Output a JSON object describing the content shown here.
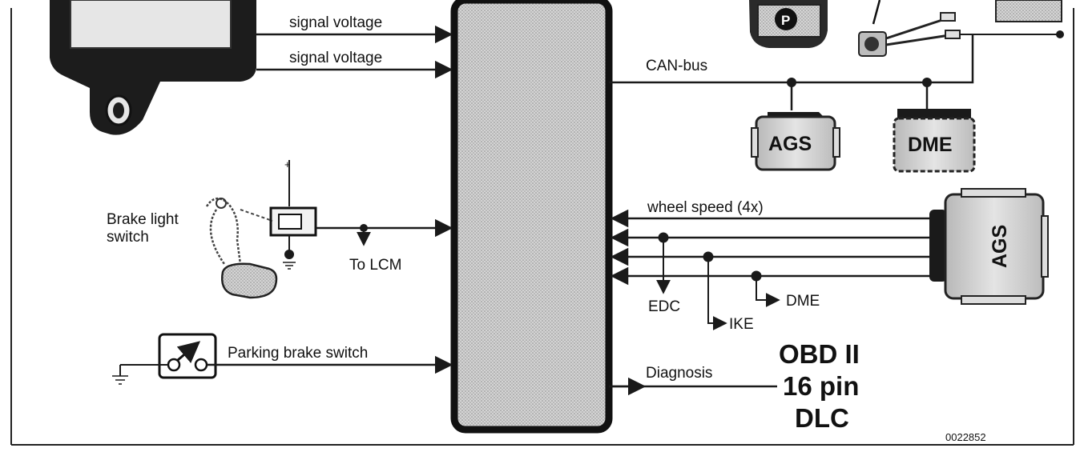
{
  "inputs": {
    "signal_voltage_1": "signal voltage",
    "signal_voltage_2": "signal voltage",
    "brake_light_switch_line1": "Brake light",
    "brake_light_switch_line2": "switch",
    "to_lcm": "To LCM",
    "parking_brake_switch": "Parking brake switch",
    "plus_sign": "+"
  },
  "outputs": {
    "can_bus": "CAN-bus",
    "wheel_speed": "wheel speed (4x)",
    "edc": "EDC",
    "ike": "IKE",
    "dme": "DME",
    "diagnosis": "Diagnosis"
  },
  "modules": {
    "ags_top": "AGS",
    "dme_top": "DME",
    "ags_right": "AGS"
  },
  "obd": {
    "line1": "OBD II",
    "line2": "16 pin",
    "line3": "DLC"
  },
  "figure_number": "0022852",
  "colors": {
    "line": "#1a1a1a",
    "module_fill": "#e8e8e8",
    "border": "#222222"
  }
}
